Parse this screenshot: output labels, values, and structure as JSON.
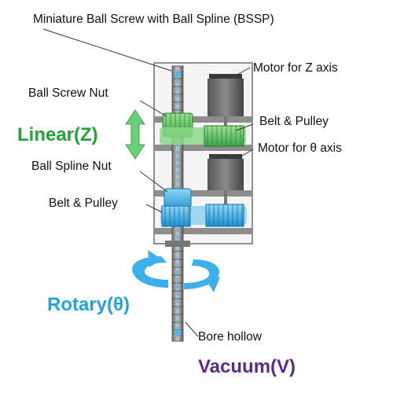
{
  "labels": {
    "bssp": "Miniature Ball Screw with Ball Spline (BSSP)",
    "motor_z": "Motor for Z axis",
    "ball_screw_nut": "Ball Screw Nut",
    "belt_pulley_upper": "Belt & Pulley",
    "motor_theta": "Motor for θ axis",
    "ball_spline_nut": "Ball Spline Nut",
    "belt_pulley_lower": "Belt & Pulley",
    "bore_hollow": "Bore hollow"
  },
  "motions": {
    "linear": "Linear(Z)",
    "rotary": "Rotary(θ)",
    "vacuum": "Vacuum(V)"
  },
  "colors": {
    "linear": "#22a33a",
    "rotary": "#25a3e0",
    "vacuum": "#5b2a8f"
  }
}
